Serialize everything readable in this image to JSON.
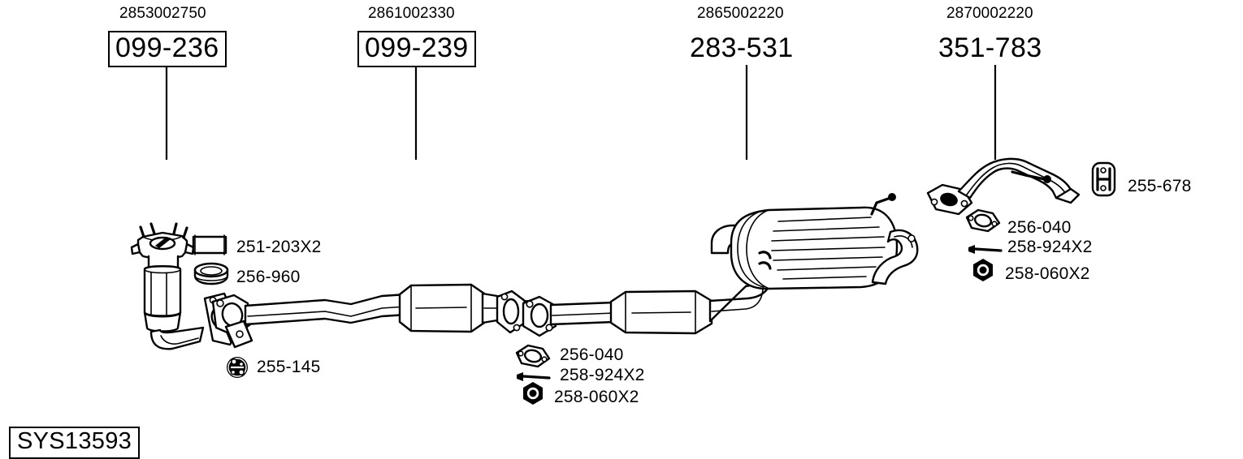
{
  "diagram": {
    "system_id": "SYS13593",
    "title_groups": [
      {
        "part_number": "2853002750",
        "code": "099-236",
        "boxed": true
      },
      {
        "part_number": "2861002330",
        "code": "099-239",
        "boxed": true
      },
      {
        "part_number": "2865002220",
        "code": "283-531",
        "boxed": false
      },
      {
        "part_number": "2870002220",
        "code": "351-783",
        "boxed": false
      }
    ],
    "front_section": {
      "labels": [
        {
          "ref": "251-203X2",
          "icon": "coil-spring-icon"
        },
        {
          "ref": "256-960",
          "icon": "flared-gasket-ring-icon"
        },
        {
          "ref": "255-145",
          "icon": "rubber-mount-icon"
        }
      ]
    },
    "middle_section": {
      "labels": [
        {
          "ref": "256-040",
          "icon": "oval-flange-gasket-icon"
        },
        {
          "ref": "258-924X2",
          "icon": "bolt-icon"
        },
        {
          "ref": "258-060X2",
          "icon": "hex-nut-icon"
        }
      ]
    },
    "rear_section": {
      "labels": [
        {
          "ref": "255-678",
          "icon": "rubber-hanger-icon"
        },
        {
          "ref": "256-040",
          "icon": "oval-flange-gasket-icon"
        },
        {
          "ref": "258-924X2",
          "icon": "bolt-icon"
        },
        {
          "ref": "258-060X2",
          "icon": "hex-nut-icon"
        }
      ]
    },
    "colors": {
      "line": "#000000",
      "fill": "#ffffff",
      "background": "#ffffff"
    }
  }
}
